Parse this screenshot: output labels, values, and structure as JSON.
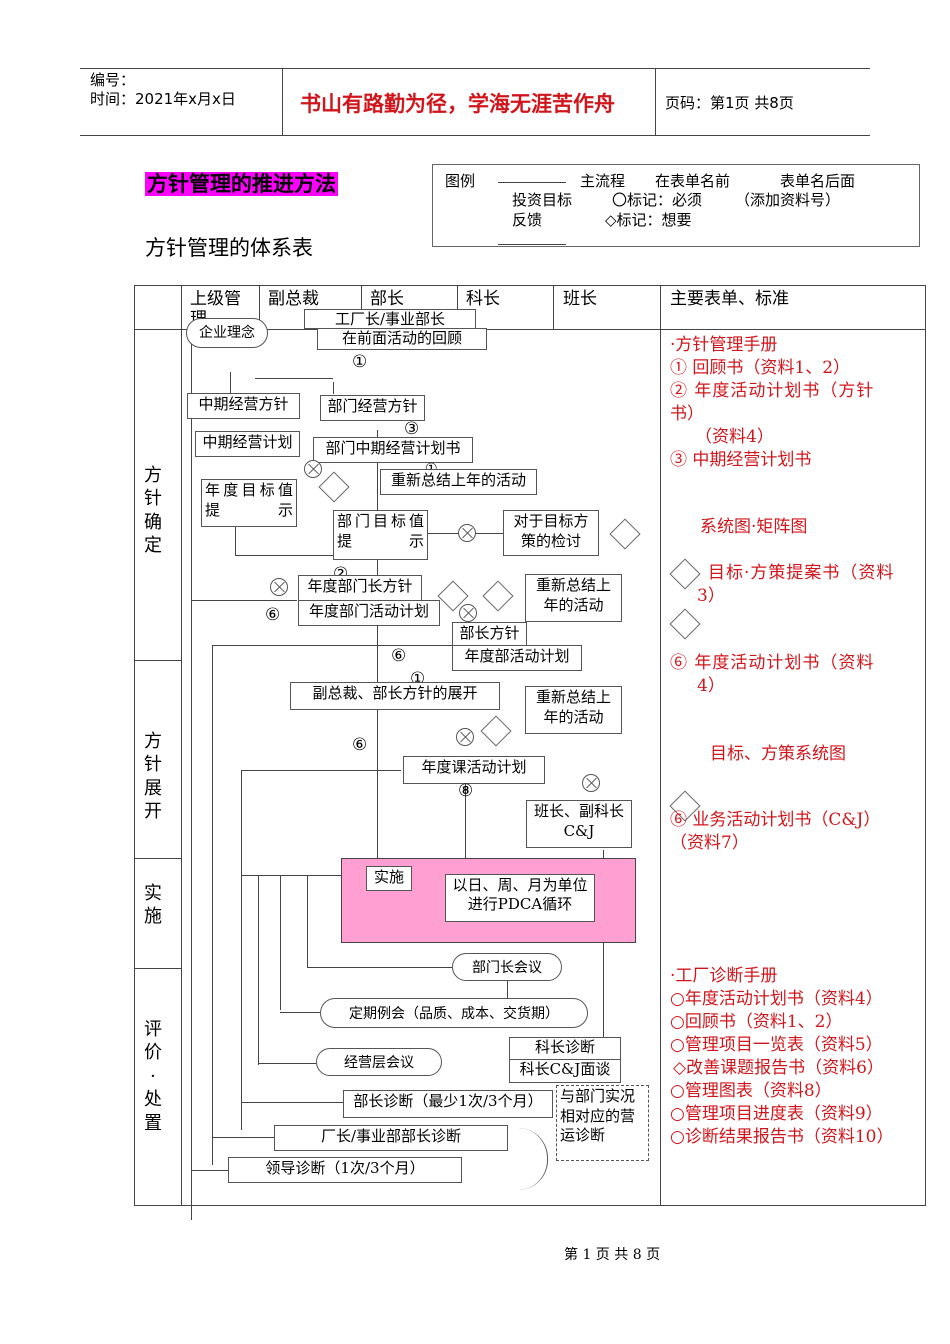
{
  "header": {
    "code_label": "编号：",
    "date_label": "时间：2021年x月x日",
    "motto": "书山有路勤为径，学海无涯苦作舟",
    "page_info": "页码：第1页  共8页"
  },
  "title": "方针管理的推进方法",
  "subtitle": "方针管理的体系表",
  "legend": {
    "label": "图例",
    "main_flow": "主流程",
    "before_form": "在表单名前",
    "after_form": "表单名后面",
    "target": "投资目标",
    "feedback": "反馈",
    "must_mark": "〇标记：必须",
    "add_doc": "（添加资料号）",
    "want_mark": "◇标记：想要"
  },
  "table_headers": [
    "上级管理",
    "副总裁",
    "部长",
    "科长",
    "班长",
    "主要表单、标准"
  ],
  "sections": [
    "方针确定",
    "方针展开",
    "实施",
    "评价·处置"
  ],
  "flow": {
    "company": "企业理念",
    "factory_head": "工厂长/事业部长",
    "review_prev": "在前面活动的回顾",
    "mid_policy": "中期经营方针",
    "dept_policy": "部门经营方针",
    "mid_plan": "中期经营计划",
    "dept_mid_plan": "部门中期经营计划书",
    "annual_target": "年度目标值提示",
    "resummarize_1": "重新总结上年的活动",
    "dept_target": "部门目标值提示",
    "target_review": "对于目标方策的检讨",
    "annual_dept_policy": "年度部门长方针",
    "annual_dept_plan": "年度部门活动计划",
    "resummarize_2": "重新总结上年的活动",
    "minister_policy": "部长方针",
    "annual_minister_plan": "年度部活动计划",
    "vp_expand": "副总裁、部长方针的展开",
    "resummarize_3": "重新总结上年的活动",
    "section_plan": "年度课活动计划",
    "team_cj": "班长、副科长C&J",
    "impl": "实施",
    "pdca": "以日、周、月为单位进行PDCA循环",
    "dept_meeting": "部门长会议",
    "periodic": "定期例会（品质、成本、交货期）",
    "mgmt_meeting": "经营层会议",
    "section_diag": "科长诊断",
    "section_cj": "科长C&J面谈",
    "minister_diag": "部长诊断（最少1次/3个月）",
    "dept_diag_note": "与部门实况相对应的营运诊断",
    "factory_diag": "厂长/事业部部长诊断",
    "leader_diag": "领导诊断（1次/3个月）"
  },
  "markers": {
    "c1": "①",
    "c2": "②",
    "c3": "③",
    "c6": "⑥",
    "c8": "⑧"
  },
  "right_col": {
    "l1": "·方针管理手册",
    "l2": "①  回顾书（资料1、2）",
    "l3": "②  年度活动计划书（方针",
    "l3b": "书）",
    "l4": "（资料4）",
    "l5": "③ 中期经营计划书",
    "l6": "系统图·矩阵图",
    "l7": "目标·方策提案书（资料",
    "l7b": "3）",
    "l8": "⑥  年度活动计划书（资料",
    "l8b": "4）",
    "l9": "目标、方策系统图",
    "l10": "⑥ 业务活动计划书（C&J）",
    "l10b": "（资料7）",
    "l11": "·工厂诊断手册",
    "l12": "○年度活动计划书（资料4）",
    "l13": "○回顾书（资料1、2）",
    "l14": "○管理项目一览表（资料5）",
    "l15": "◇改善课题报告书（资料6）",
    "l16": "○管理图表（资料8）",
    "l17": "○管理项目进度表（资料9）",
    "l18": "○诊断结果报告书（资料10）"
  },
  "footer": "第 1 页 共 8 页",
  "colors": {
    "title_bg": "#ff00ff",
    "motto": "#d0161c",
    "red_text": "#d0161c",
    "impl_fill": "#ff9fd2"
  }
}
